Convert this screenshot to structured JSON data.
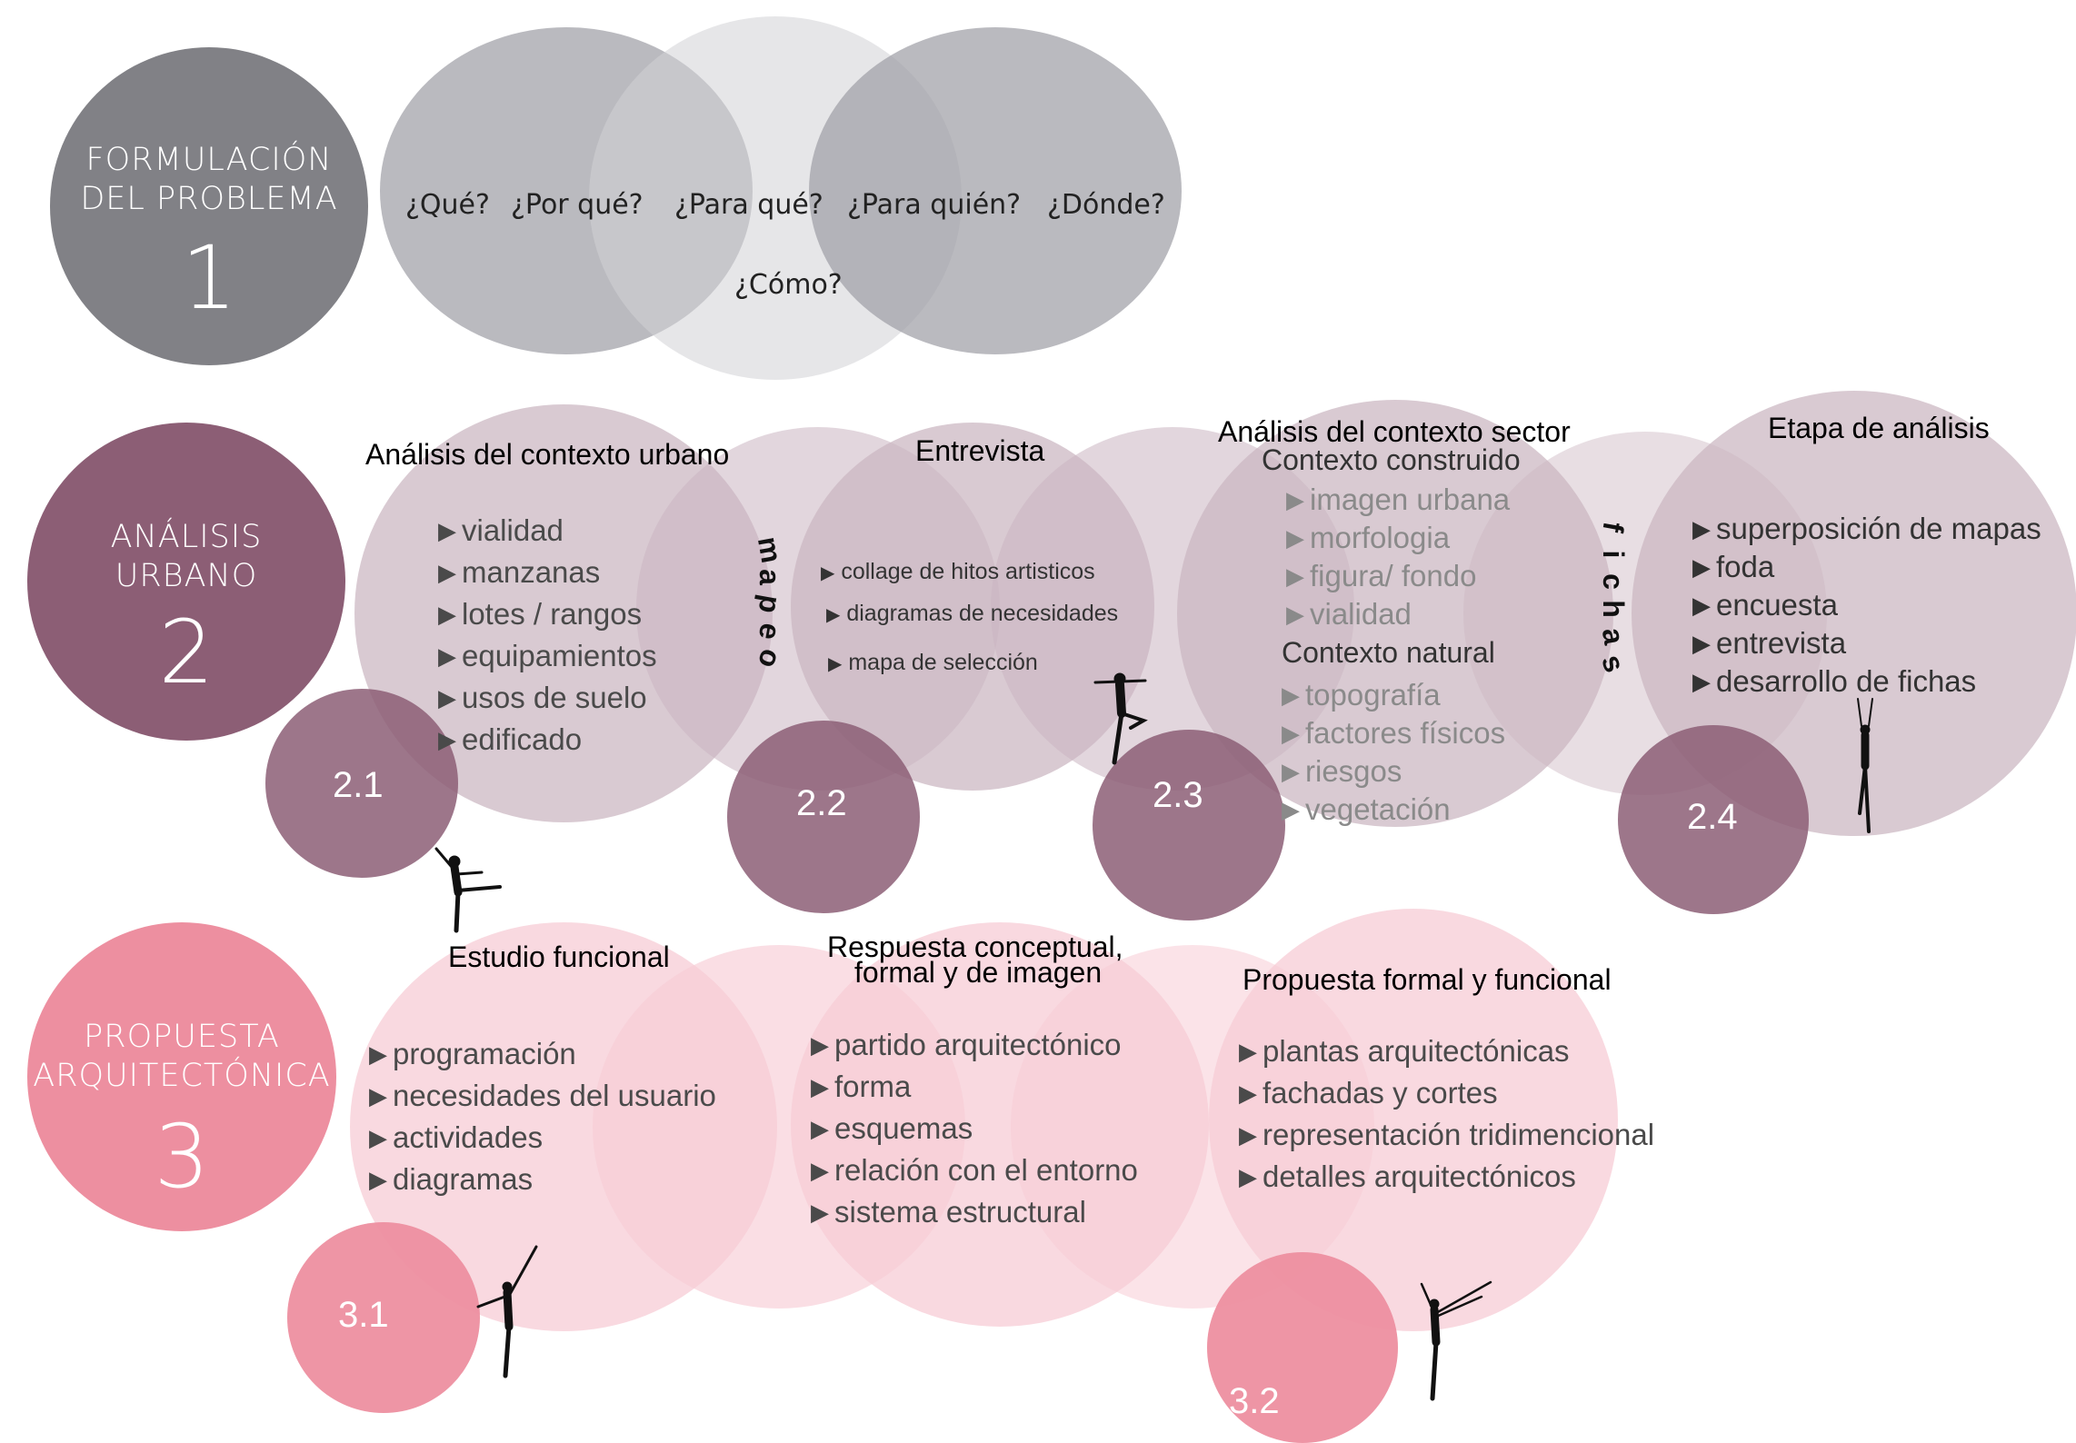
{
  "stage1": {
    "label_line1": "FORMULACIÓN",
    "label_line2": "DEL PROBLEMA",
    "number": "1",
    "questions": [
      "¿Qué?",
      "¿Por qué?",
      "¿Para qué?",
      "¿Para quién?",
      "¿Dónde?"
    ],
    "question_center": "¿Cómo?"
  },
  "stage2": {
    "label_line1": "ANÁLISIS",
    "label_line2": "URBANO",
    "number": "2",
    "s21": {
      "number": "2.1",
      "title": "Análisis del contexto urbano",
      "items": [
        "vialidad",
        "manzanas",
        "lotes / rangos",
        "equipamientos",
        "usos de suelo",
        "edificado"
      ]
    },
    "s22": {
      "number": "2.2",
      "title": "Entrevista",
      "vertical": "mapeo",
      "items": [
        "collage de hitos artisticos",
        "diagramas de necesidades",
        "mapa de selección"
      ]
    },
    "s23": {
      "number": "2.3",
      "title": "Análisis del contexto sector",
      "sub1": "Contexto construido",
      "items1": [
        "imagen urbana",
        "morfologia",
        "figura/ fondo",
        "vialidad"
      ],
      "sub2": "Contexto natural",
      "items2": [
        "topografía",
        "factores físicos",
        "riesgos",
        "vegetación"
      ]
    },
    "s24": {
      "number": "2.4",
      "title": "Etapa de análisis",
      "vertical": "fichas",
      "items": [
        "superposición de mapas",
        "foda",
        "encuesta",
        "entrevista",
        "desarrollo de fichas"
      ]
    }
  },
  "stage3": {
    "label_line1": "PROPUESTA",
    "label_line2": "ARQUITECTÓNICA",
    "number": "3",
    "s31": {
      "number": "3.1",
      "title": "Estudio funcional",
      "items": [
        "programación",
        "necesidades del usuario",
        "actividades",
        "diagramas"
      ]
    },
    "mid": {
      "title_line1": "Respuesta conceptual,",
      "title_line2": "formal y de imagen",
      "items": [
        "partido arquitectónico",
        "forma",
        "esquemas",
        "relación con el entorno",
        "sistema estructural"
      ]
    },
    "s32": {
      "number": "3.2",
      "title": "Propuesta formal y funcional",
      "items": [
        "plantas arquitectónicas",
        "fachadas y cortes",
        "representación tridimencional",
        "detalles arquitectónicos"
      ]
    }
  },
  "colors": {
    "stage1": "#818186",
    "stage1_venn": "#b3b3b8",
    "stage2": "#8c5e75",
    "stage2_sub": "#9c7487",
    "stage2_venn": "#cbb5c1",
    "stage3": "#ed8fa0",
    "stage3_venn": "#f7ccd6"
  }
}
